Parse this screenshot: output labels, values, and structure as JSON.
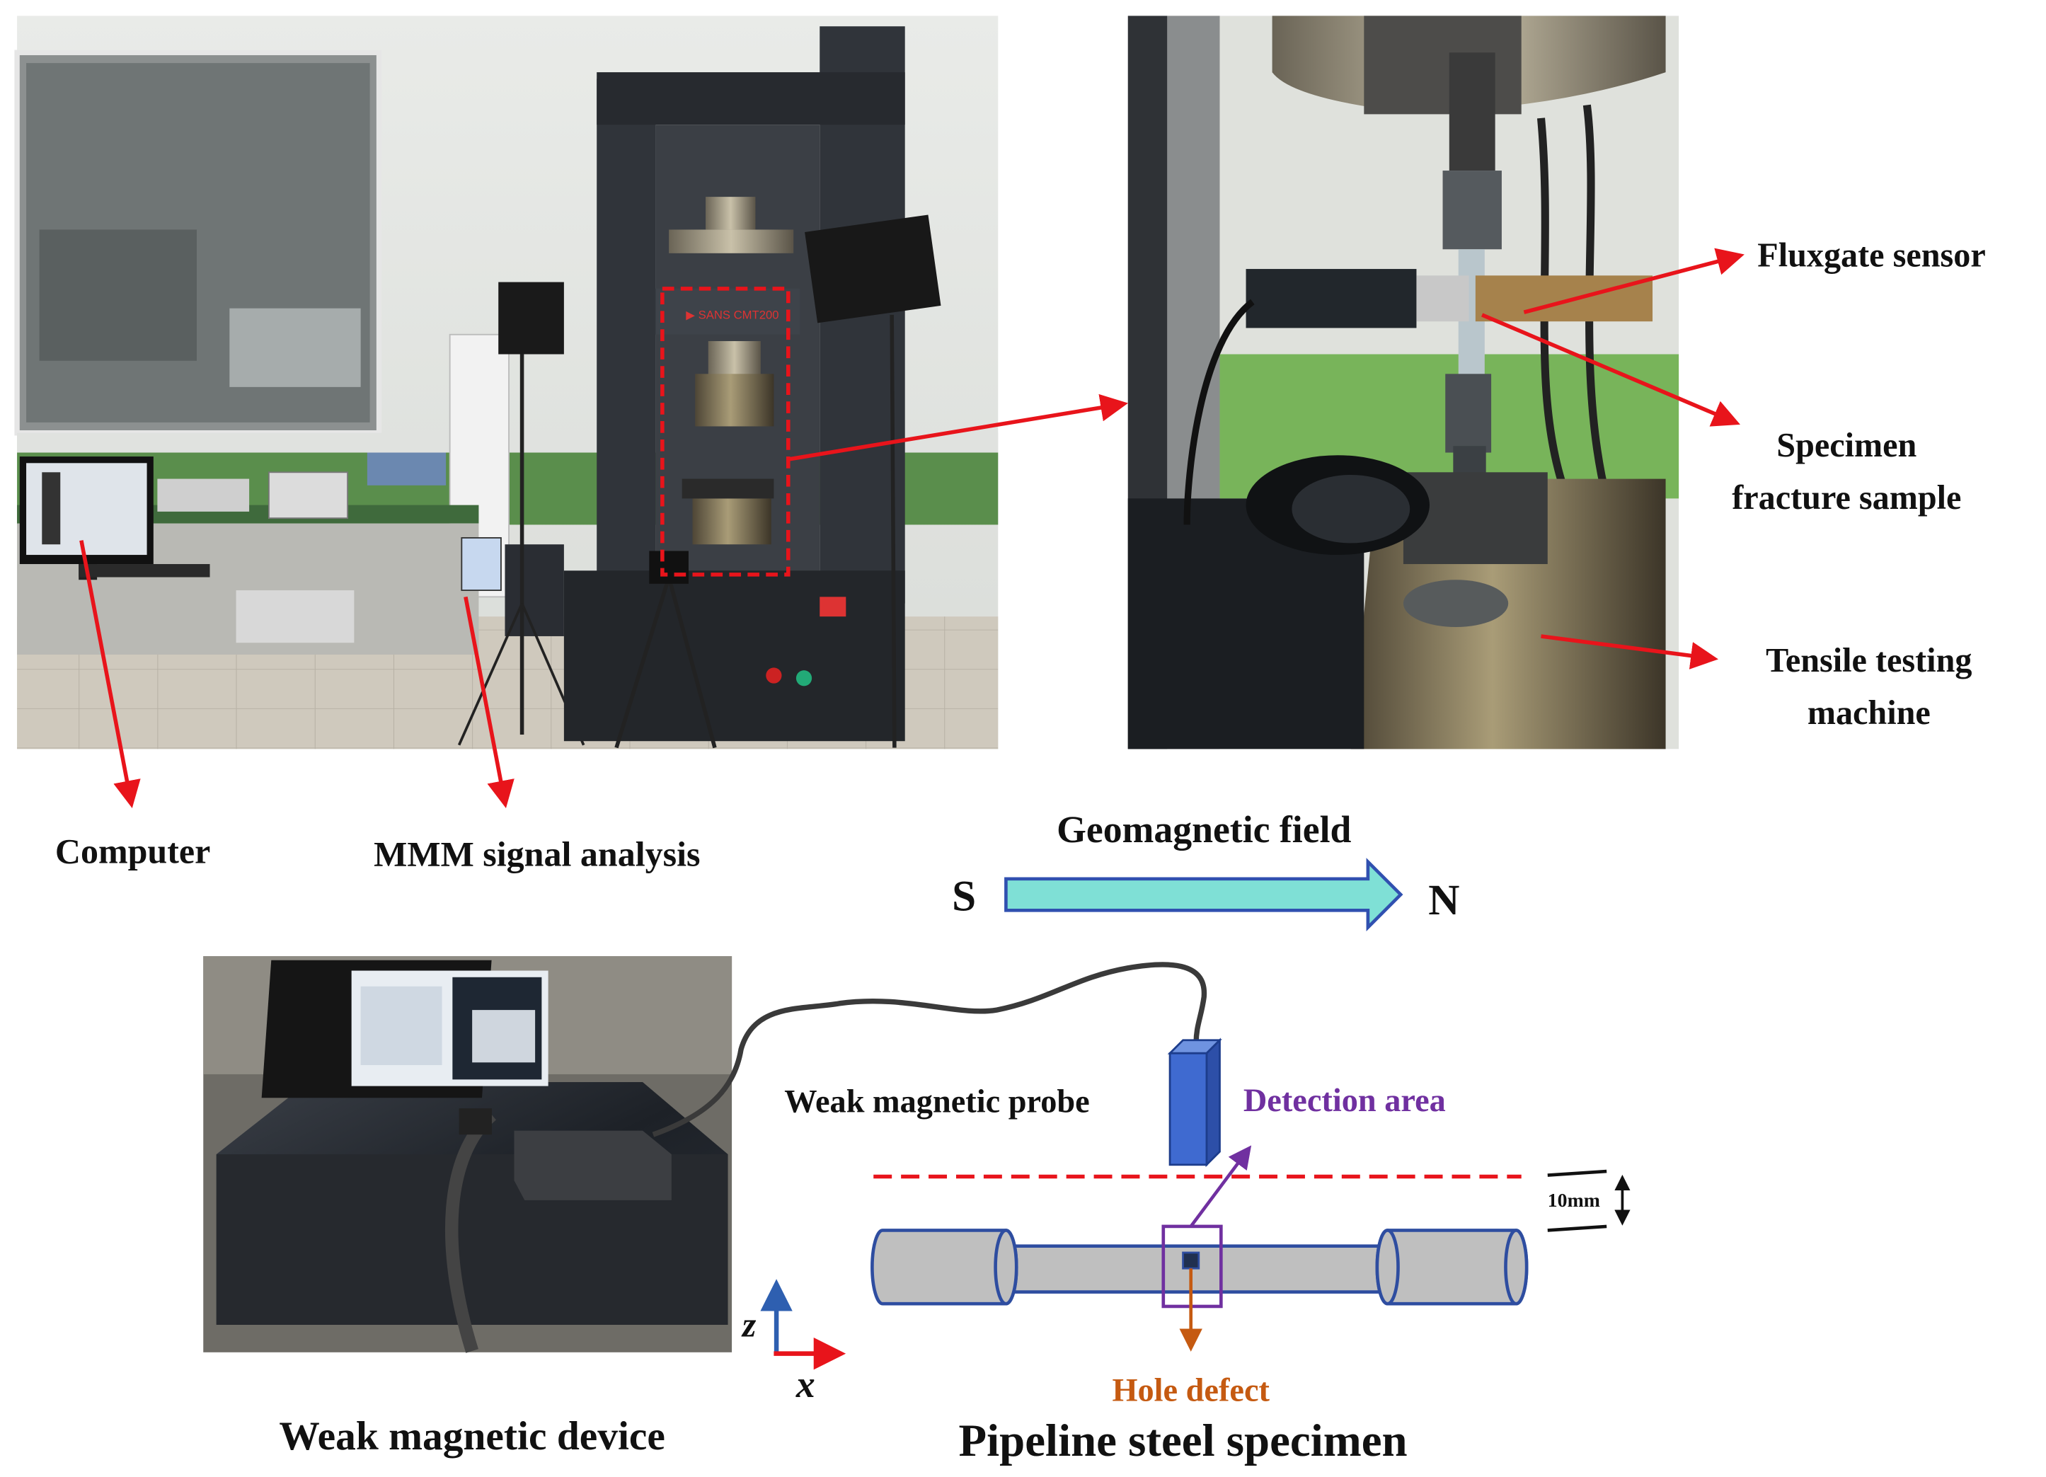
{
  "photos": {
    "lab": "tensile testing laboratory: window, air conditioner, desk with computer monitor, instruments, lamps on tripods, tensile testing machine, tripod camera",
    "closeup": "close-up of tensile grips with specimen, fluxgate sensor bar, camera lens, green wall",
    "device": "weak magnetic device: tablet on black box, small grey module, probe cable"
  },
  "labels": {
    "fluxgate": "Fluxgate sensor",
    "specimen_line1": "Specimen",
    "specimen_line2": "fracture sample",
    "tensile_line1": "Tensile testing",
    "tensile_line2": "machine",
    "computer": "Computer",
    "mmm": "MMM signal analysis",
    "geomagnetic": "Geomagnetic field",
    "south": "S",
    "north": "N",
    "probe": "Weak magnetic probe",
    "detection": "Detection area",
    "gap": "10mm",
    "axis_z": "z",
    "axis_x": "x",
    "hole": "Hole defect",
    "device_caption": "Weak magnetic device",
    "specimen_caption": "Pipeline steel specimen"
  },
  "colors": {
    "annotation_red": "#e8141b",
    "arrow_fill": "#7fe0d6",
    "arrow_stroke": "#3050b0",
    "probe": "#3f6ad0",
    "detection": "#7030a0",
    "hole": "#c55a11",
    "specimen_fill": "#bfbfbf",
    "specimen_stroke": "#2e4da0"
  }
}
